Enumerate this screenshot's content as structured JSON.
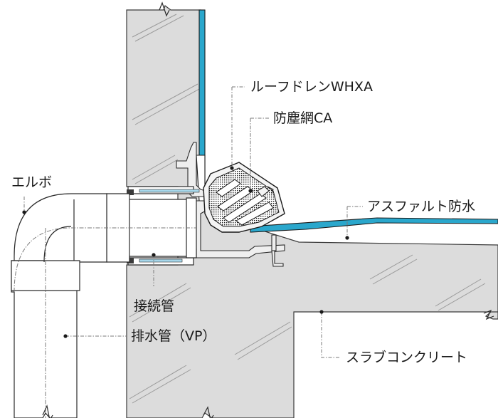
{
  "diagram": {
    "labels": {
      "roof_drain": "ルーフドレンWHXA",
      "dust_net": "防塵網CA",
      "elbow": "エルボ",
      "asphalt": "アスファルト防水",
      "joint_pipe": "接続管",
      "drain_pipe": "排水管（VP）",
      "slab": "スラブコンクリート"
    },
    "colors": {
      "membrane": "#2aa7cc",
      "concrete": "#dcdcdc",
      "line": "#1a1a1a"
    }
  }
}
